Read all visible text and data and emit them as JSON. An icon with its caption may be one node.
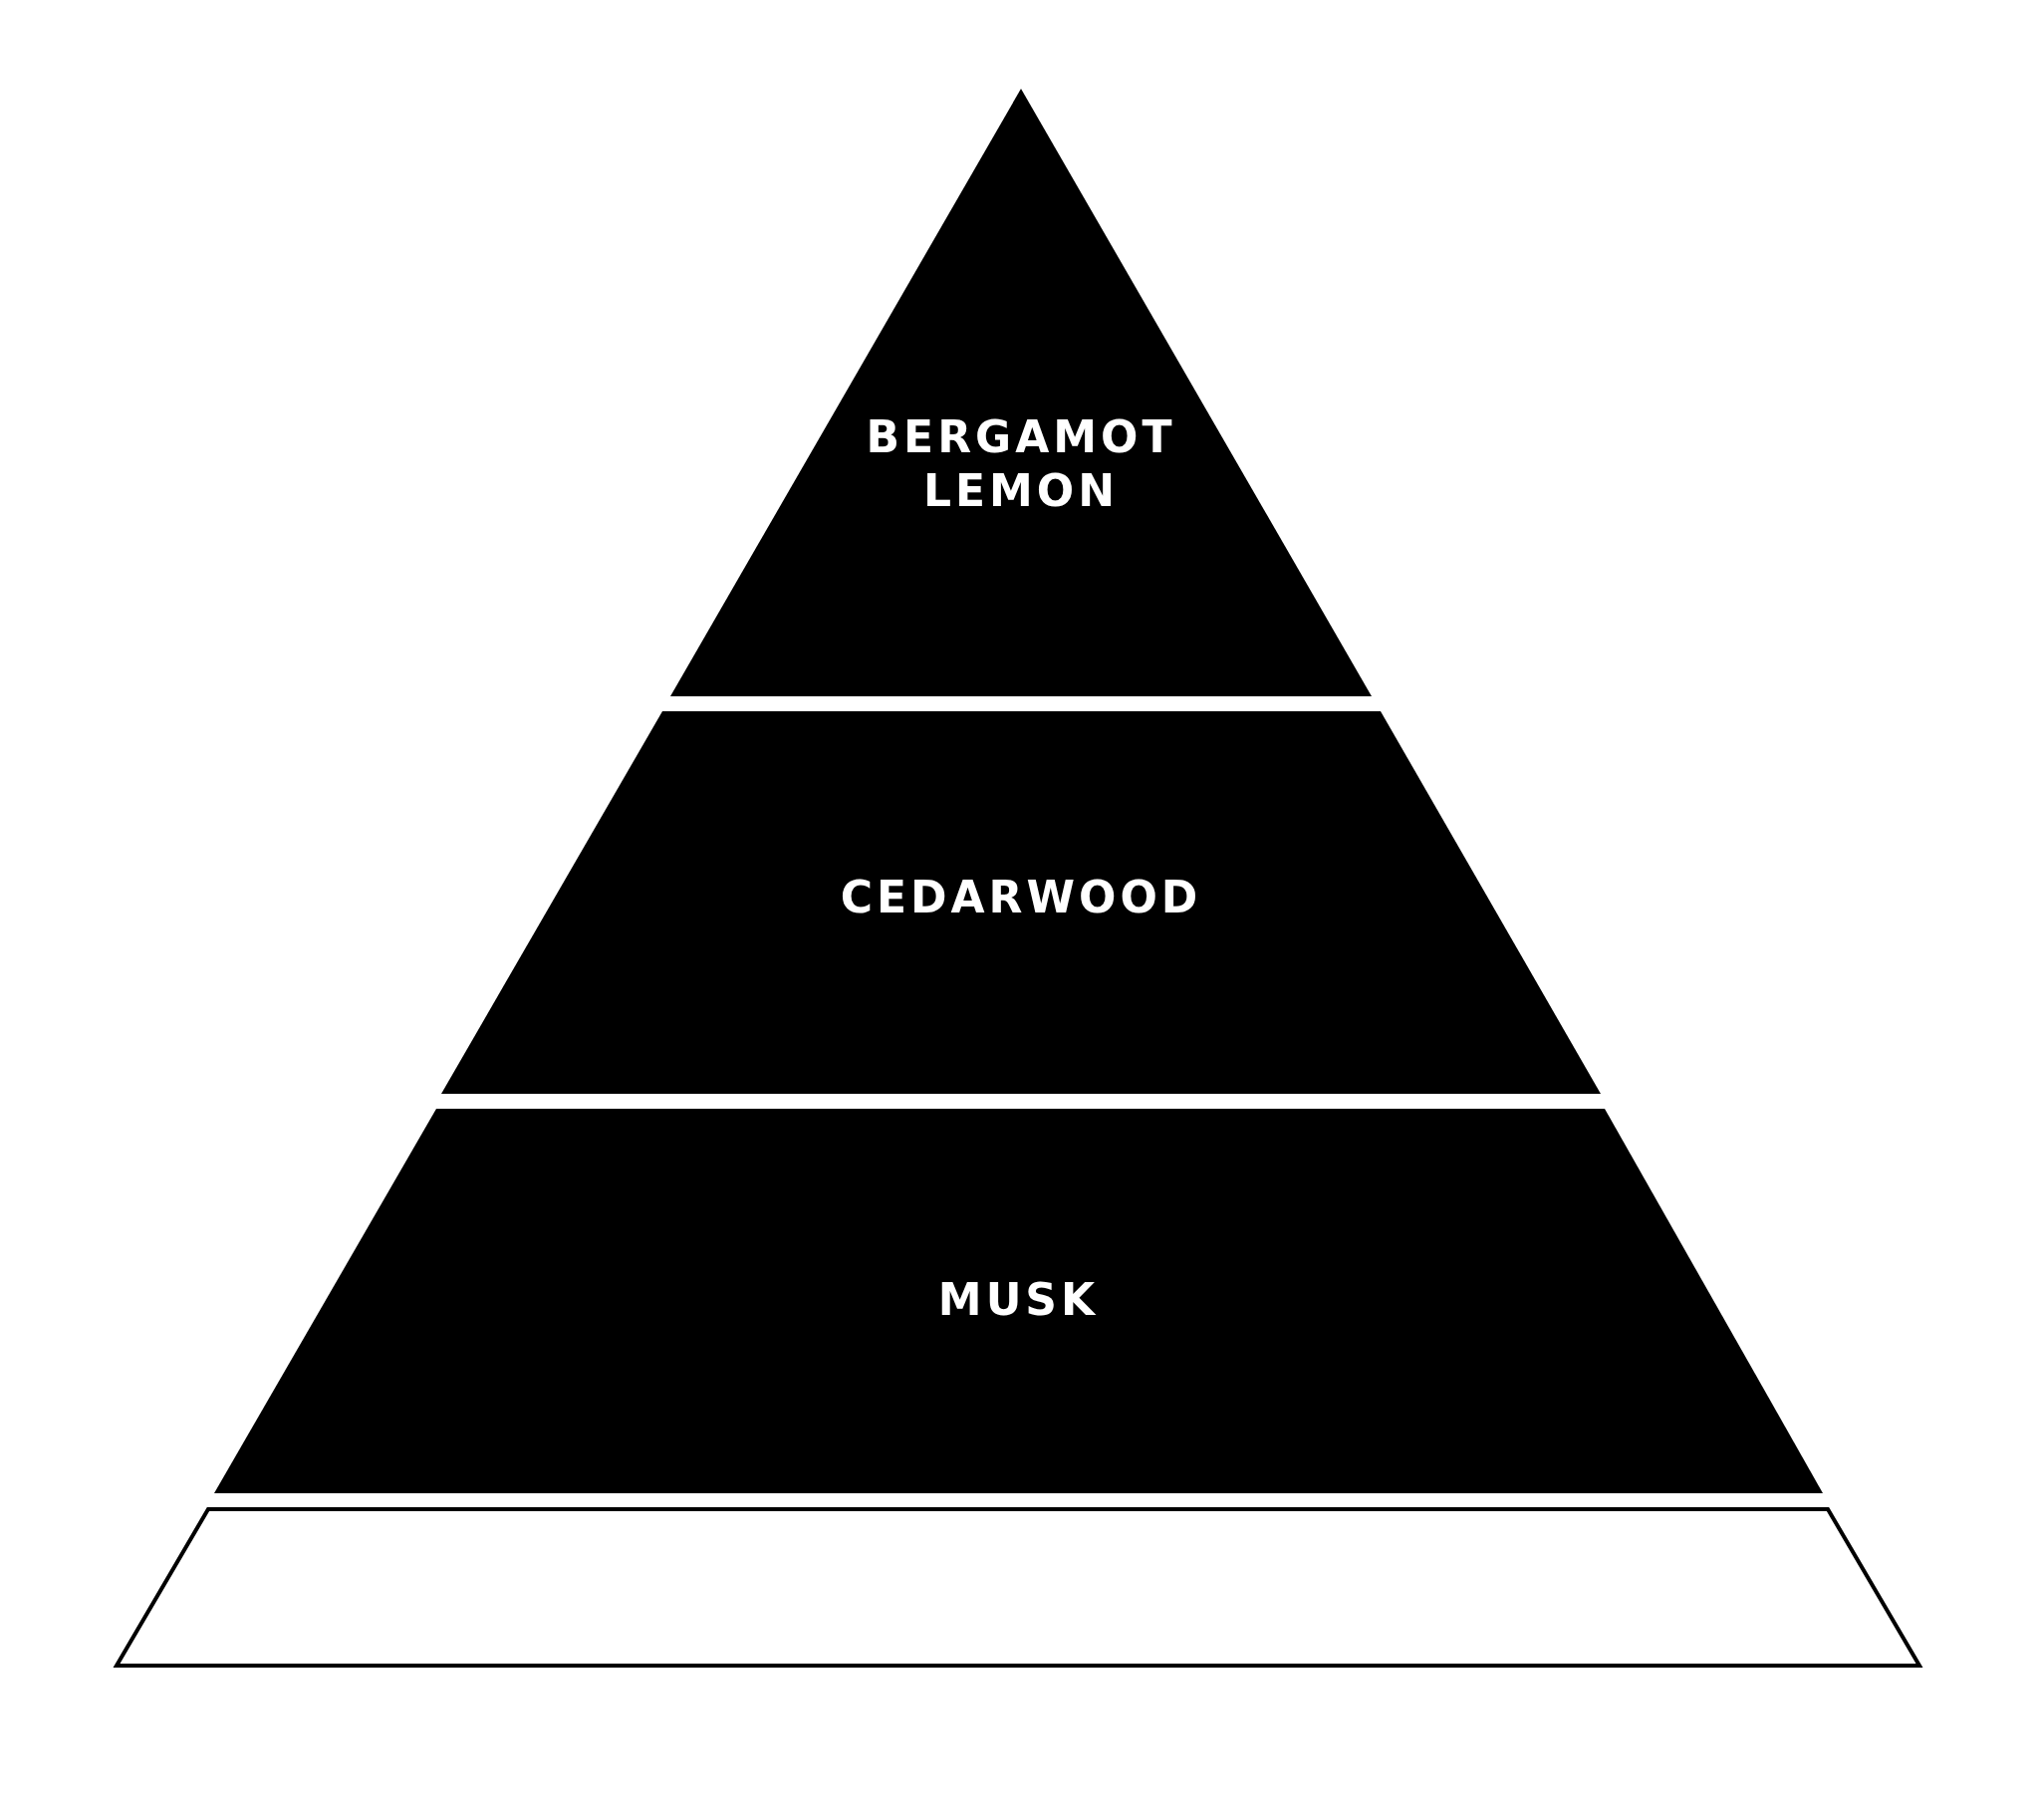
{
  "diagram": {
    "nodes": [
      {
        "text": [
          "BERGAMOT",
          "LEMON"
        ]
      },
      {
        "text": [
          "CEDARWOOD"
        ]
      },
      {
        "text": [
          "MUSK"
        ]
      },
      {
        "text": [],
        "shape": "trapezoid"
      }
    ]
  }
}
